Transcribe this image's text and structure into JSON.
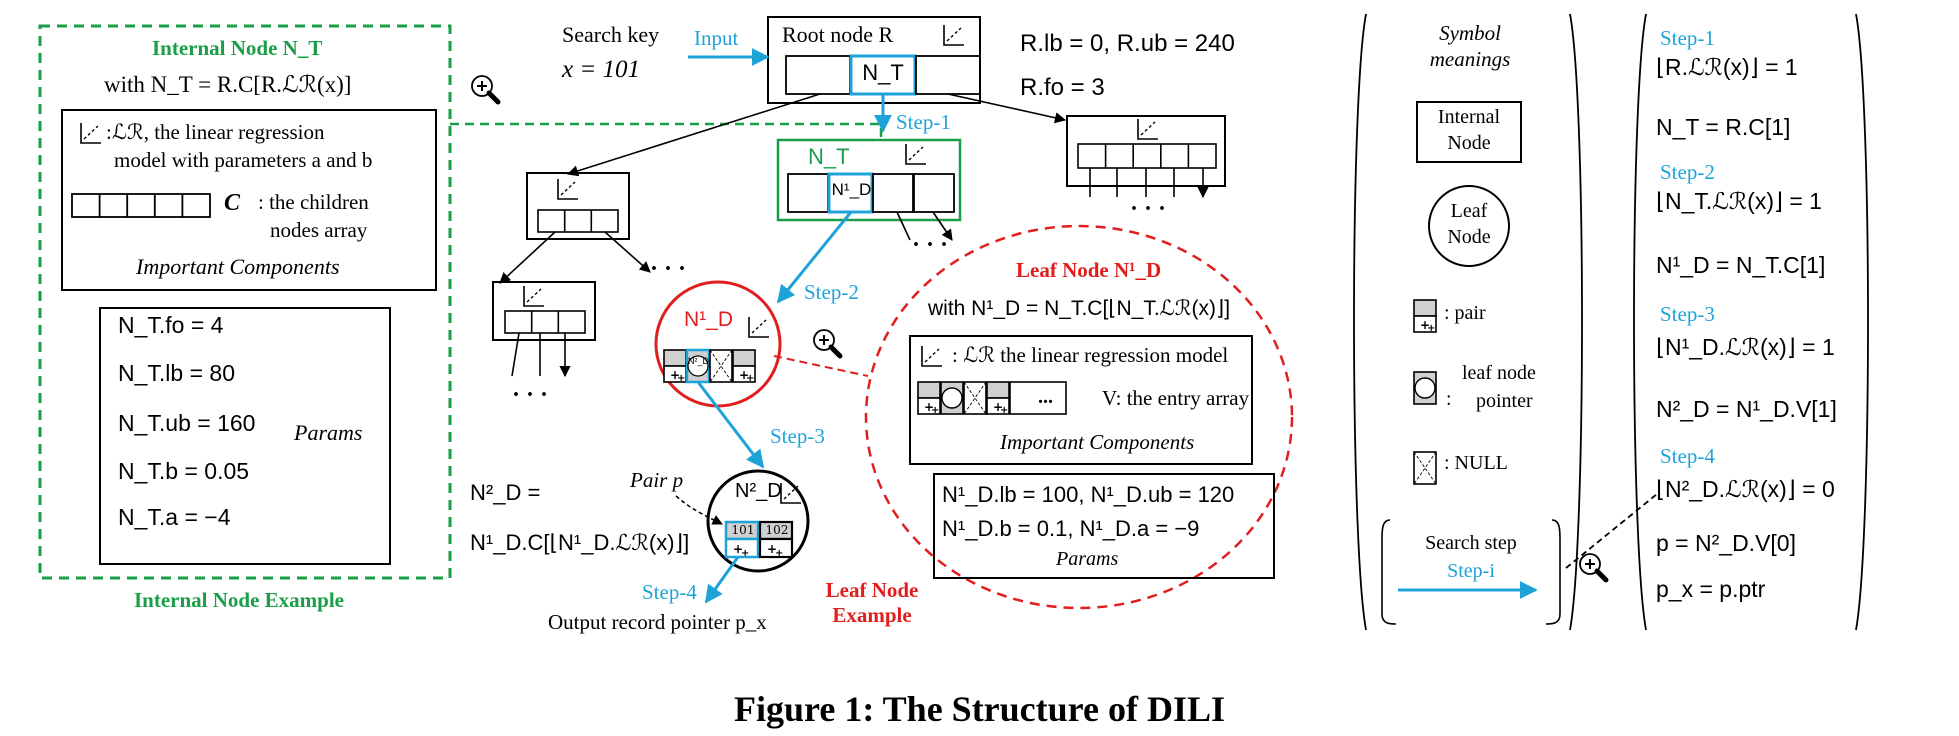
{
  "caption": "Figure 1: The Structure of DILI",
  "colors": {
    "step": "#1ea3d8",
    "internal": "#1a9e4a",
    "leaf": "#e01e1e",
    "ink": "#000000",
    "cell_gray": "#d0d0d0"
  },
  "icons": [
    "regression-model-icon",
    "zoom-in-icon",
    "pair-cell-icon",
    "leaf-pointer-cell-icon",
    "null-cell-icon"
  ],
  "search": {
    "label": "Search key",
    "key": "x = 101",
    "input": "Input"
  },
  "root": {
    "label": "Root node R",
    "child": "N_T",
    "params": [
      "R.lb = 0,  R.ub = 240",
      "R.fo = 3"
    ]
  },
  "internal_example": {
    "title": "Internal Node N_T",
    "with": "with N_T = R.C[R.ℒℛ(x)]",
    "lr_desc_1": ":ℒℛ, the linear regression",
    "lr_desc_2": "model with parameters a and b",
    "c_symbol": "C",
    "c_desc_1": ": the children",
    "c_desc_2": "nodes array",
    "components": "Important Components",
    "params": [
      "N_T.fo = 4",
      "N_T.lb = 80",
      "N_T.ub = 160",
      "N_T.b = 0.05",
      "N_T.a = −4"
    ],
    "params_label": "Params",
    "footer": "Internal Node Example"
  },
  "tree": {
    "nt_label": "N_T",
    "nd1_cell": "N¹_D",
    "nd1_label": "N¹_D",
    "nd2_label": "N²_D",
    "nd2_cell": "N²_D",
    "ellipsis": "· · ·",
    "pair_label": "Pair p",
    "keys": [
      "101",
      "102"
    ],
    "nd2_formula_1": "N²_D =",
    "nd2_formula_2": "N¹_D.C[⌊N¹_D.ℒℛ(x)⌋]",
    "output": "Output record pointer p_x",
    "steps": [
      "Step-1",
      "Step-2",
      "Step-3",
      "Step-4"
    ],
    "leaf_example": "Leaf Node\nExample"
  },
  "leaf_example": {
    "title": "Leaf Node N¹_D",
    "with": "with N¹_D = N_T.C[⌊N_T.ℒℛ(x)⌋]",
    "lr_desc": ": ℒℛ the linear regression model",
    "v_desc": "V: the entry array",
    "dots": "...",
    "components": "Important Components",
    "params": [
      "N¹_D.lb = 100, N¹_D.ub = 120",
      "N¹_D.b = 0.1,   N¹_D.a = −9"
    ],
    "params_label": "Params"
  },
  "legend": {
    "title": "Symbol meanings",
    "internal": "Internal Node",
    "leaf": "Leaf Node",
    "pair": ": pair",
    "pointer_1": "leaf node",
    "pointer_2": "pointer",
    "null": ": NULL",
    "search_step": "Search step",
    "step_i": "Step-i"
  },
  "steps_panel": [
    {
      "label": "Step-1",
      "lines": [
        "⌊R.ℒℛ(x)⌋  = 1",
        "N_T = R.C[1]"
      ]
    },
    {
      "label": "Step-2",
      "lines": [
        "⌊N_T.ℒℛ(x)⌋  = 1",
        "N¹_D = N_T.C[1]"
      ]
    },
    {
      "label": "Step-3",
      "lines": [
        "⌊N¹_D.ℒℛ(x)⌋  = 1",
        "N²_D = N¹_D.V[1]"
      ]
    },
    {
      "label": "Step-4",
      "lines": [
        "⌊N²_D.ℒℛ(x)⌋  = 0",
        "p = N²_D.V[0]",
        "p_x = p.ptr"
      ]
    }
  ]
}
